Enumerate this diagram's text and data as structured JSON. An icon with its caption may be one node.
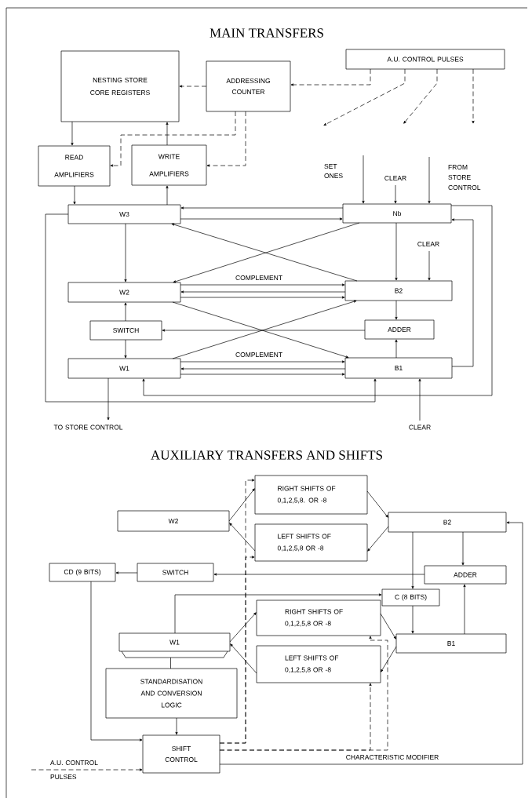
{
  "diagram": {
    "title": "MAIN TRANSFERS",
    "nodes": [
      {
        "text": [
          "NESTING STORE CORE REGISTERS"
        ]
      },
      {
        "text": [
          "ADDRESSING COUNTER"
        ]
      },
      {
        "text": [
          "A.U. CONTROL PULSES"
        ]
      },
      {
        "text": [
          "READ AMPLIFIERS"
        ]
      },
      {
        "text": [
          "WRITE AMPLIFIERS"
        ]
      },
      {
        "text": [
          "SET ONES"
        ]
      },
      {
        "text": [
          "CLEAR"
        ]
      },
      {
        "text": [
          "FROM STORE CONTROL"
        ]
      },
      {
        "text": [
          "W3"
        ]
      },
      {
        "text": [
          "Nb"
        ]
      },
      {
        "text": [
          "CLEAR"
        ]
      },
      {
        "text": [
          "W2"
        ]
      },
      {
        "text": [
          "B2"
        ]
      },
      {
        "text": [
          "SWITCH"
        ]
      },
      {
        "text": [
          "ADDER"
        ]
      },
      {
        "text": [
          "W1"
        ]
      },
      {
        "text": [
          "B1"
        ]
      },
      {
        "text": [
          "TO STORE CONTROL"
        ]
      },
      {
        "text": [
          "CLEAR"
        ]
      },
      {
        "text": [
          "RIGHT SHIFTS OF 0,1,2,5,8. OR -8"
        ]
      },
      {
        "text": [
          "W2"
        ]
      },
      {
        "text": [
          "B2"
        ]
      },
      {
        "text": [
          "LEFT SHIFTS OF 0,1,2,5,8 OR -8"
        ]
      },
      {
        "text": [
          "CD (9 BITS)"
        ]
      },
      {
        "text": [
          "SWITCH"
        ]
      },
      {
        "text": [
          "ADDER"
        ]
      },
      {
        "text": [
          "C (8 BITS)"
        ]
      },
      {
        "text": [
          "RIGHT SHIFTS OF 0,1,2,5,8 OR -8"
        ]
      },
      {
        "text": [
          "W1"
        ]
      },
      {
        "text": [
          "B1"
        ]
      },
      {
        "text": [
          "LEFT SHIFTS OF 0,1,2,5,8 OR -8"
        ]
      },
      {
        "text": [
          "STANDARDISATION AND CONVERSION LOGIC"
        ]
      },
      {
        "text": [
          "A.U. CONTROL PULSES"
        ]
      },
      {
        "text": [
          "SHIFT CONTROL"
        ]
      }
    ],
    "edges": [
      {
        "from": 2,
        "to": 1,
        "arrow": "to",
        "style": "dashed"
      },
      {
        "from": 2,
        "to": null,
        "arrow": "to",
        "style": "dashed"
      },
      {
        "from": 2,
        "to": null,
        "arrow": "to",
        "style": "dashed"
      },
      {
        "from": 2,
        "to": null,
        "arrow": "to",
        "style": "dashed"
      },
      {
        "from": 1,
        "to": 0,
        "arrow": "to",
        "style": "dashed"
      },
      {
        "from": 1,
        "to": 4,
        "arrow": "to",
        "style": "dashed"
      },
      {
        "from": 1,
        "to": 3,
        "arrow": "to",
        "style": "dashed"
      },
      {
        "from": 0,
        "to": 3,
        "arrow": "to"
      },
      {
        "from": 4,
        "to": 0,
        "arrow": "to"
      },
      {
        "from": 3,
        "to": 8,
        "arrow": "to"
      },
      {
        "from": 8,
        "to": 4,
        "arrow": "to"
      },
      {
        "from": 5,
        "to": 9,
        "arrow": "to"
      },
      {
        "from": 6,
        "to": 9,
        "arrow": "to"
      },
      {
        "from": 7,
        "to": 9,
        "arrow": "to"
      },
      {
        "from": 9,
        "to": 8,
        "arrow": "to"
      },
      {
        "from": 8,
        "to": 9,
        "arrow": "to"
      },
      {
        "from": 9,
        "to": 15,
        "arrow": "to"
      },
      {
        "from": 16,
        "to": 9,
        "arrow": "to"
      },
      {
        "from": 8,
        "to": 16,
        "arrow": "to"
      },
      {
        "from": 8,
        "to": 11,
        "arrow": "to"
      },
      {
        "from": 9,
        "to": 12,
        "arrow": "to"
      },
      {
        "from": 10,
        "to": 12,
        "arrow": "to"
      },
      {
        "from": 12,
        "to": 8,
        "arrow": "to"
      },
      {
        "from": 9,
        "to": 11,
        "arrow": "to"
      },
      {
        "from": 11,
        "to": 16,
        "arrow": "to"
      },
      {
        "from": 15,
        "to": 12,
        "arrow": "to"
      },
      {
        "from": 11,
        "to": 12,
        "arrow": "to",
        "label": "COMPLEMENT"
      },
      {
        "from": 12,
        "to": 11,
        "arrow": "to"
      },
      {
        "from": 11,
        "to": 12,
        "arrow": "to"
      },
      {
        "from": 15,
        "to": 16,
        "arrow": "to",
        "label": "COMPLEMENT"
      },
      {
        "from": 16,
        "to": 15,
        "arrow": "to"
      },
      {
        "from": 15,
        "to": 16,
        "arrow": "to"
      },
      {
        "from": 13,
        "to": 11,
        "arrow": "to"
      },
      {
        "from": 13,
        "to": 15,
        "arrow": "to"
      },
      {
        "from": 14,
        "to": 13,
        "arrow": "to"
      },
      {
        "from": 12,
        "to": 14,
        "arrow": "to"
      },
      {
        "from": 16,
        "to": 14,
        "arrow": "to"
      },
      {
        "from": 15,
        "to": 17,
        "arrow": "to"
      },
      {
        "from": 18,
        "to": 16,
        "arrow": "to"
      },
      {
        "from": 20,
        "to": 19,
        "arrow": "to"
      },
      {
        "from": 22,
        "to": 20,
        "arrow": "to"
      },
      {
        "from": 19,
        "to": 21,
        "arrow": "to"
      },
      {
        "from": 21,
        "to": 22,
        "arrow": "to"
      },
      {
        "from": 21,
        "to": 25,
        "arrow": "to"
      },
      {
        "from": 21,
        "to": 26,
        "arrow": "to"
      },
      {
        "from": 25,
        "to": 24,
        "arrow": "to"
      },
      {
        "from": 24,
        "to": 23,
        "arrow": "to"
      },
      {
        "from": 23,
        "to": 33,
        "arrow": "to"
      },
      {
        "from": 28,
        "to": 26,
        "arrow": "to"
      },
      {
        "from": 26,
        "to": 29,
        "arrow": "to"
      },
      {
        "from": 29,
        "to": 25,
        "arrow": "to"
      },
      {
        "from": 28,
        "to": 27,
        "arrow": "to"
      },
      {
        "from": 30,
        "to": 28,
        "arrow": "to"
      },
      {
        "from": 27,
        "to": 29,
        "arrow": "to"
      },
      {
        "from": 29,
        "to": 30,
        "arrow": "to"
      },
      {
        "from": 28,
        "to": 31,
        "arrow": "none"
      },
      {
        "from": 31,
        "to": 33,
        "arrow": "to"
      },
      {
        "from": 32,
        "to": 33,
        "arrow": "to",
        "style": "dashed"
      },
      {
        "from": 33,
        "to": 19,
        "arrow": "to",
        "style": "dashed"
      },
      {
        "from": 33,
        "to": 22,
        "arrow": "to",
        "style": "dashed"
      },
      {
        "from": 33,
        "to": 30,
        "arrow": "to",
        "style": "dashed"
      },
      {
        "from": 33,
        "to": 27,
        "arrow": "to",
        "style": "dashed"
      },
      {
        "from": 33,
        "to": 21,
        "arrow": "to",
        "label": "CHARACTERISTIC MODIFIER"
      }
    ],
    "labels": [
      "AUXILIARY TRANSFERS AND SHIFTS"
    ]
  }
}
